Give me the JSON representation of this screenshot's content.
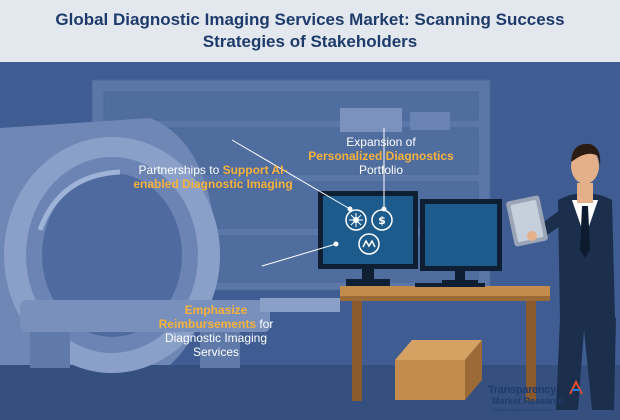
{
  "header": {
    "title": "Global Diagnostic Imaging Services Market: Scanning Success Strategies of Stakeholders"
  },
  "callouts": [
    {
      "pre": "Partnerships to ",
      "highlight": "Support AI-enabled Diagnostic Imaging",
      "post": ""
    },
    {
      "pre": "Expansion of ",
      "highlight": "Personalized Diagnostics",
      "post": " Portfolio"
    },
    {
      "pre": "",
      "highlight": "Emphasize Reimbursements",
      "post": " for Diagnostic Imaging Services"
    }
  ],
  "logo": {
    "line1": "Transparency",
    "line2": "Market Research",
    "tagline": "A Right Portfolio, Accurate Results"
  },
  "colors": {
    "header_bg": "#e3e8ef",
    "title": "#1e3b6c",
    "background": "#3f5d92",
    "highlight": "#f6b23c",
    "desk": "#c48b4e",
    "monitor_screen": "#1c5b8c"
  },
  "icons": {
    "ai": "gear-network-icon",
    "personalized": "dollar-refresh-icon",
    "reimbursement": "hands-exchange-icon"
  }
}
